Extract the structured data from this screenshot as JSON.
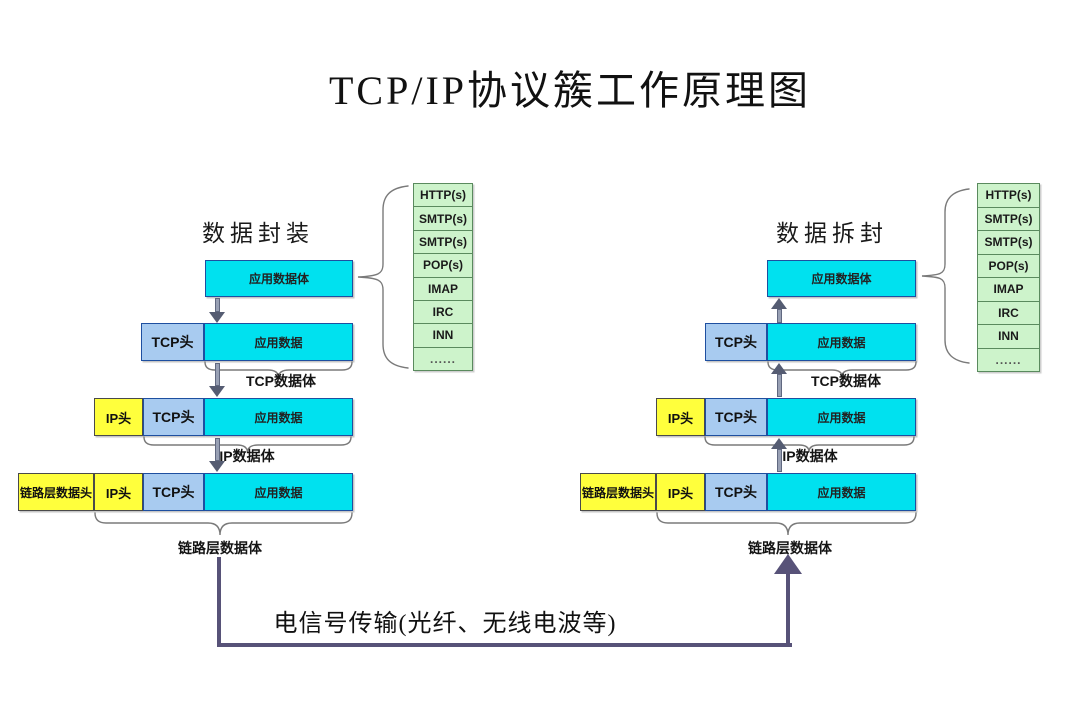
{
  "title": "TCP/IP协议簇工作原理图",
  "encapsulation": {
    "heading": "数据封装"
  },
  "decapsulation": {
    "heading": "数据拆封"
  },
  "boxes": {
    "app_data_body": "应用数据体",
    "app_data": "应用数据",
    "tcp_header": "TCP头",
    "ip_header": "IP头",
    "link_header": "链路层数据头"
  },
  "brace_labels": {
    "tcp_body": "TCP数据体",
    "ip_body": "IP数据体",
    "link_body": "链路层数据体"
  },
  "protocols": [
    "HTTP(s)",
    "SMTP(s)",
    "SMTP(s)",
    "POP(s)",
    "IMAP",
    "IRC",
    "INN",
    "......"
  ],
  "transmission_label": "电信号传输(光纤、无线电波等)",
  "colors": {
    "app_data_fill": "#00e1ef",
    "tcp_header_fill": "#a8cbf0",
    "ip_link_header_fill": "#ffff3c",
    "protocol_fill": "#cdf3cb",
    "connector": "#575278",
    "box_border": "#1e4fa0"
  }
}
